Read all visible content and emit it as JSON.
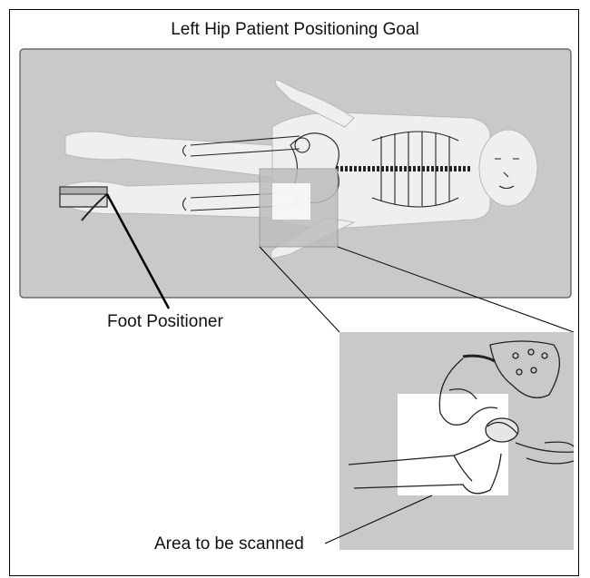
{
  "title": "Left Hip Patient Positioning Goal",
  "labels": {
    "foot_positioner": "Foot Positioner",
    "area_scanned": "Area to be scanned"
  },
  "colors": {
    "table_gray": "#c9c9c9",
    "body_fill": "#ededed",
    "bone_stroke": "#222222",
    "scan_area": "#ffffff",
    "line": "#000000"
  },
  "icons": {
    "skeleton": "skeleton-illustration",
    "foot_positioner": "foot-positioner-block",
    "hip_joint": "hip-joint-detail"
  }
}
